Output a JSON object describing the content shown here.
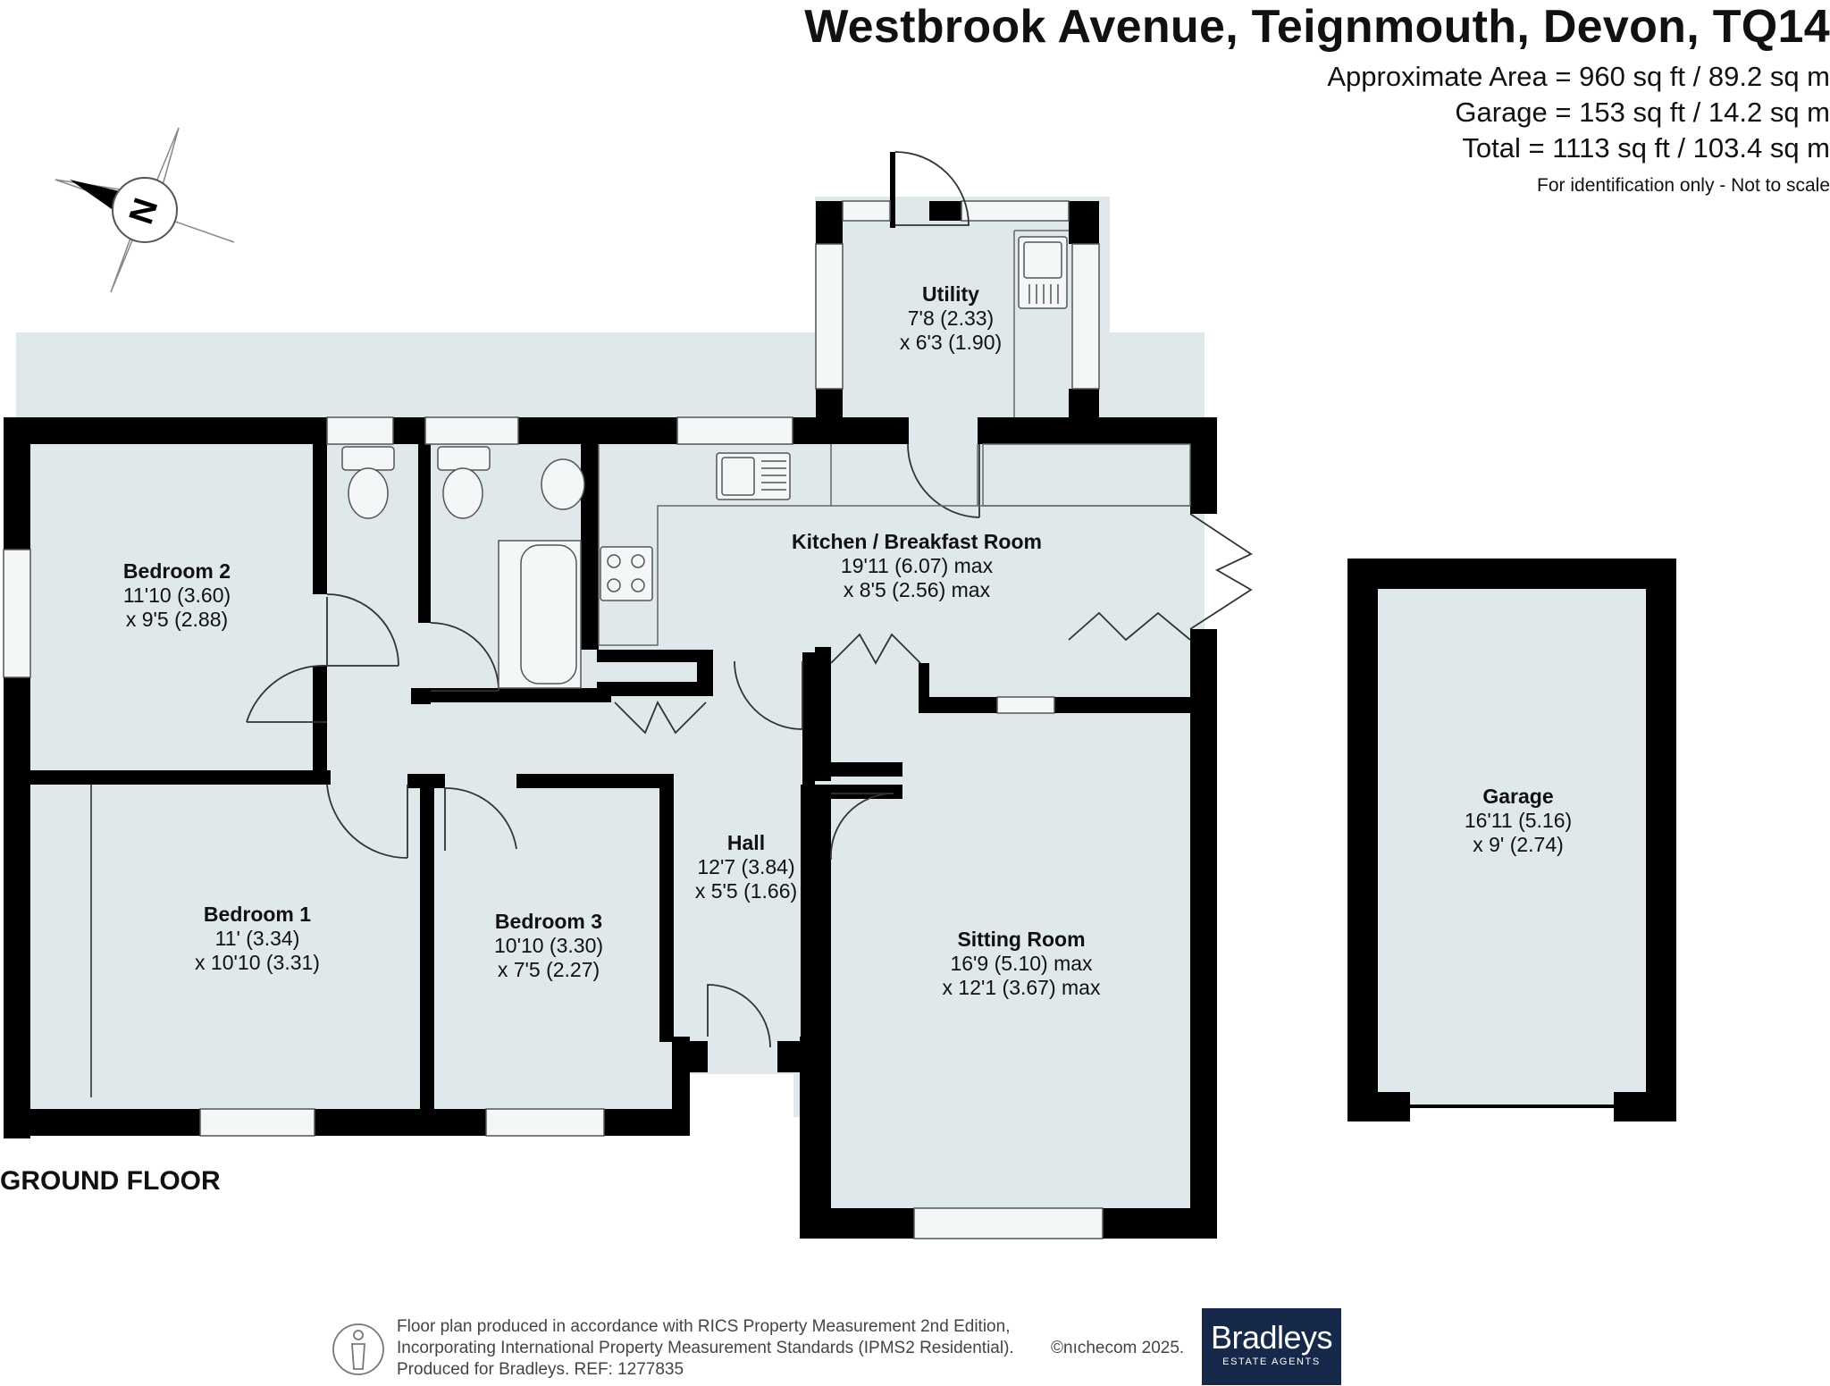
{
  "header": {
    "title": "Westbrook Avenue, Teignmouth, Devon, TQ14",
    "area_approx": "Approximate Area = 960 sq ft / 89.2 sq m",
    "area_garage": "Garage = 153 sq ft / 14.2 sq m",
    "area_total": "Total = 1113 sq ft / 103.4 sq m",
    "scale_note": "For identification only - Not to scale"
  },
  "compass": {
    "label": "N",
    "icon": "compass-rose-icon"
  },
  "floor_label": "GROUND FLOOR",
  "rooms": {
    "utility": {
      "name": "Utility",
      "dim1": "7'8 (2.33)",
      "dim2": "x 6'3 (1.90)"
    },
    "kitchen": {
      "name": "Kitchen / Breakfast Room",
      "dim1": "19'11 (6.07) max",
      "dim2": "x 8'5 (2.56) max"
    },
    "bedroom2": {
      "name": "Bedroom 2",
      "dim1": "11'10 (3.60)",
      "dim2": "x 9'5 (2.88)"
    },
    "bedroom1": {
      "name": "Bedroom 1",
      "dim1": "11' (3.34)",
      "dim2": "x 10'10 (3.31)"
    },
    "bedroom3": {
      "name": "Bedroom 3",
      "dim1": "10'10 (3.30)",
      "dim2": "x 7'5 (2.27)"
    },
    "hall": {
      "name": "Hall",
      "dim1": "12'7 (3.84)",
      "dim2": "x 5'5 (1.66)"
    },
    "sitting": {
      "name": "Sitting Room",
      "dim1": "16'9 (5.10) max",
      "dim2": "x 12'1 (3.67) max"
    },
    "garage": {
      "name": "Garage",
      "dim1": "16'11 (5.16)",
      "dim2": "x 9' (2.74)"
    }
  },
  "footer": {
    "line1": "Floor plan produced in accordance with RICS Property Measurement 2nd Edition,",
    "line2": "Incorporating International Property Measurement Standards (IPMS2 Residential).",
    "line3": "Produced for Bradleys.   REF: 1277835",
    "copyright": "©nıchecom 2025.",
    "logo_main": "Bradleys",
    "logo_sub": "ESTATE AGENTS"
  },
  "colors": {
    "wall": "#000000",
    "floor": "#dfe9ec",
    "window": "#f3f7f8",
    "fixture": "#666666",
    "logo_bg": "#17294b"
  }
}
